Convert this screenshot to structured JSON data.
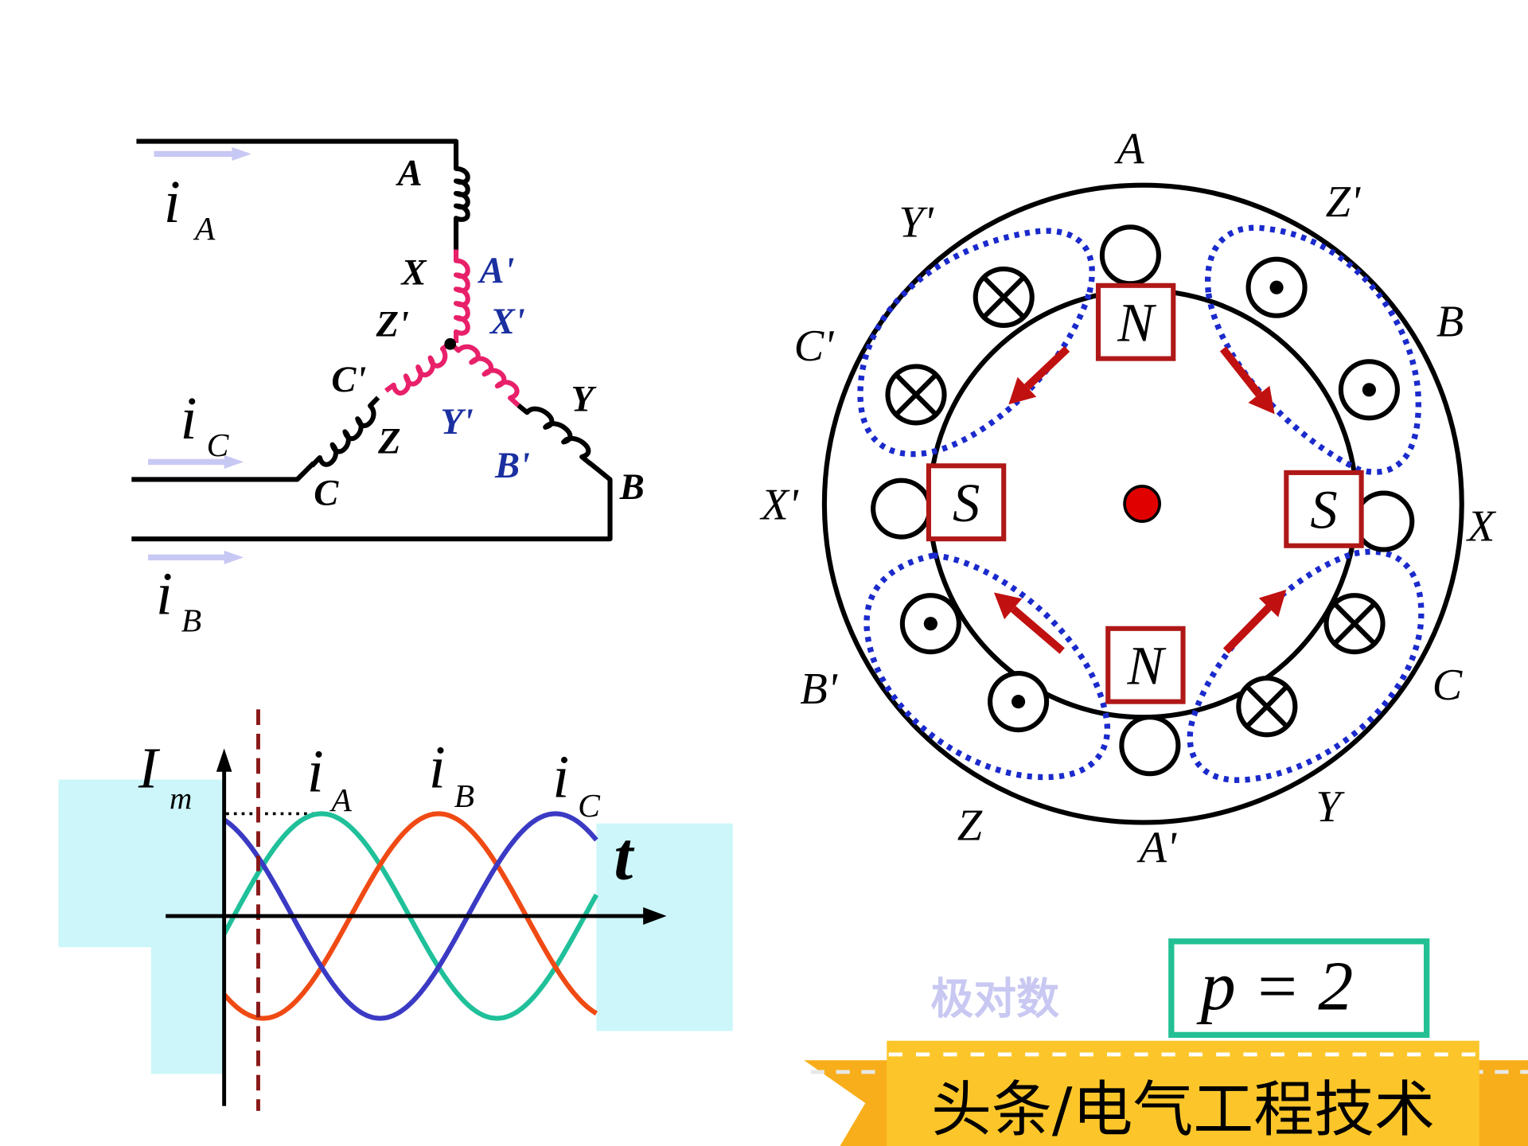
{
  "circuit": {
    "currents": {
      "a": "i",
      "a_sub": "A",
      "b": "i",
      "b_sub": "B",
      "c": "i",
      "c_sub": "C"
    },
    "terminals_black": [
      "A",
      "X",
      "Z'",
      "C'",
      "Z",
      "C",
      "Y",
      "B"
    ],
    "terminals_blue": [
      "A'",
      "X'",
      "Y'",
      "B'"
    ],
    "colors": {
      "wire": "#000000",
      "winding": "#e8206a",
      "blue_label": "#1a2fa0",
      "arrow": "#c8c8f4"
    }
  },
  "stator": {
    "outer_labels": [
      "A",
      "Z'",
      "B",
      "X",
      "C",
      "Y",
      "A'",
      "Z",
      "B'",
      "X'",
      "C'",
      "Y'"
    ],
    "poles": [
      {
        "label": "N"
      },
      {
        "label": "S"
      },
      {
        "label": "N"
      },
      {
        "label": "S"
      }
    ],
    "slot_symbols": [
      "empty",
      "cross",
      "dot"
    ],
    "colors": {
      "pole_box": "#b01818",
      "flux": "#1a2acc",
      "arrow": "#c01010",
      "rotor_dot": "#e00000"
    }
  },
  "waveform": {
    "y_label": "I",
    "y_label_sub": "m",
    "x_label": "t",
    "series": [
      {
        "name": "i",
        "sub": "A",
        "color": "#1fc09a"
      },
      {
        "name": "i",
        "sub": "B",
        "color": "#f04a14"
      },
      {
        "name": "i",
        "sub": "C",
        "color": "#3a3ac4"
      }
    ],
    "highlight_color": "#ccf6fa"
  },
  "pole_pairs": {
    "label": "极对数",
    "formula": "p = 2",
    "border_color": "#22c093"
  },
  "watermark": {
    "text": "头条/电气工程技术",
    "band_color": "#fcc62a",
    "ribbon_color": "#f8ae1a"
  }
}
